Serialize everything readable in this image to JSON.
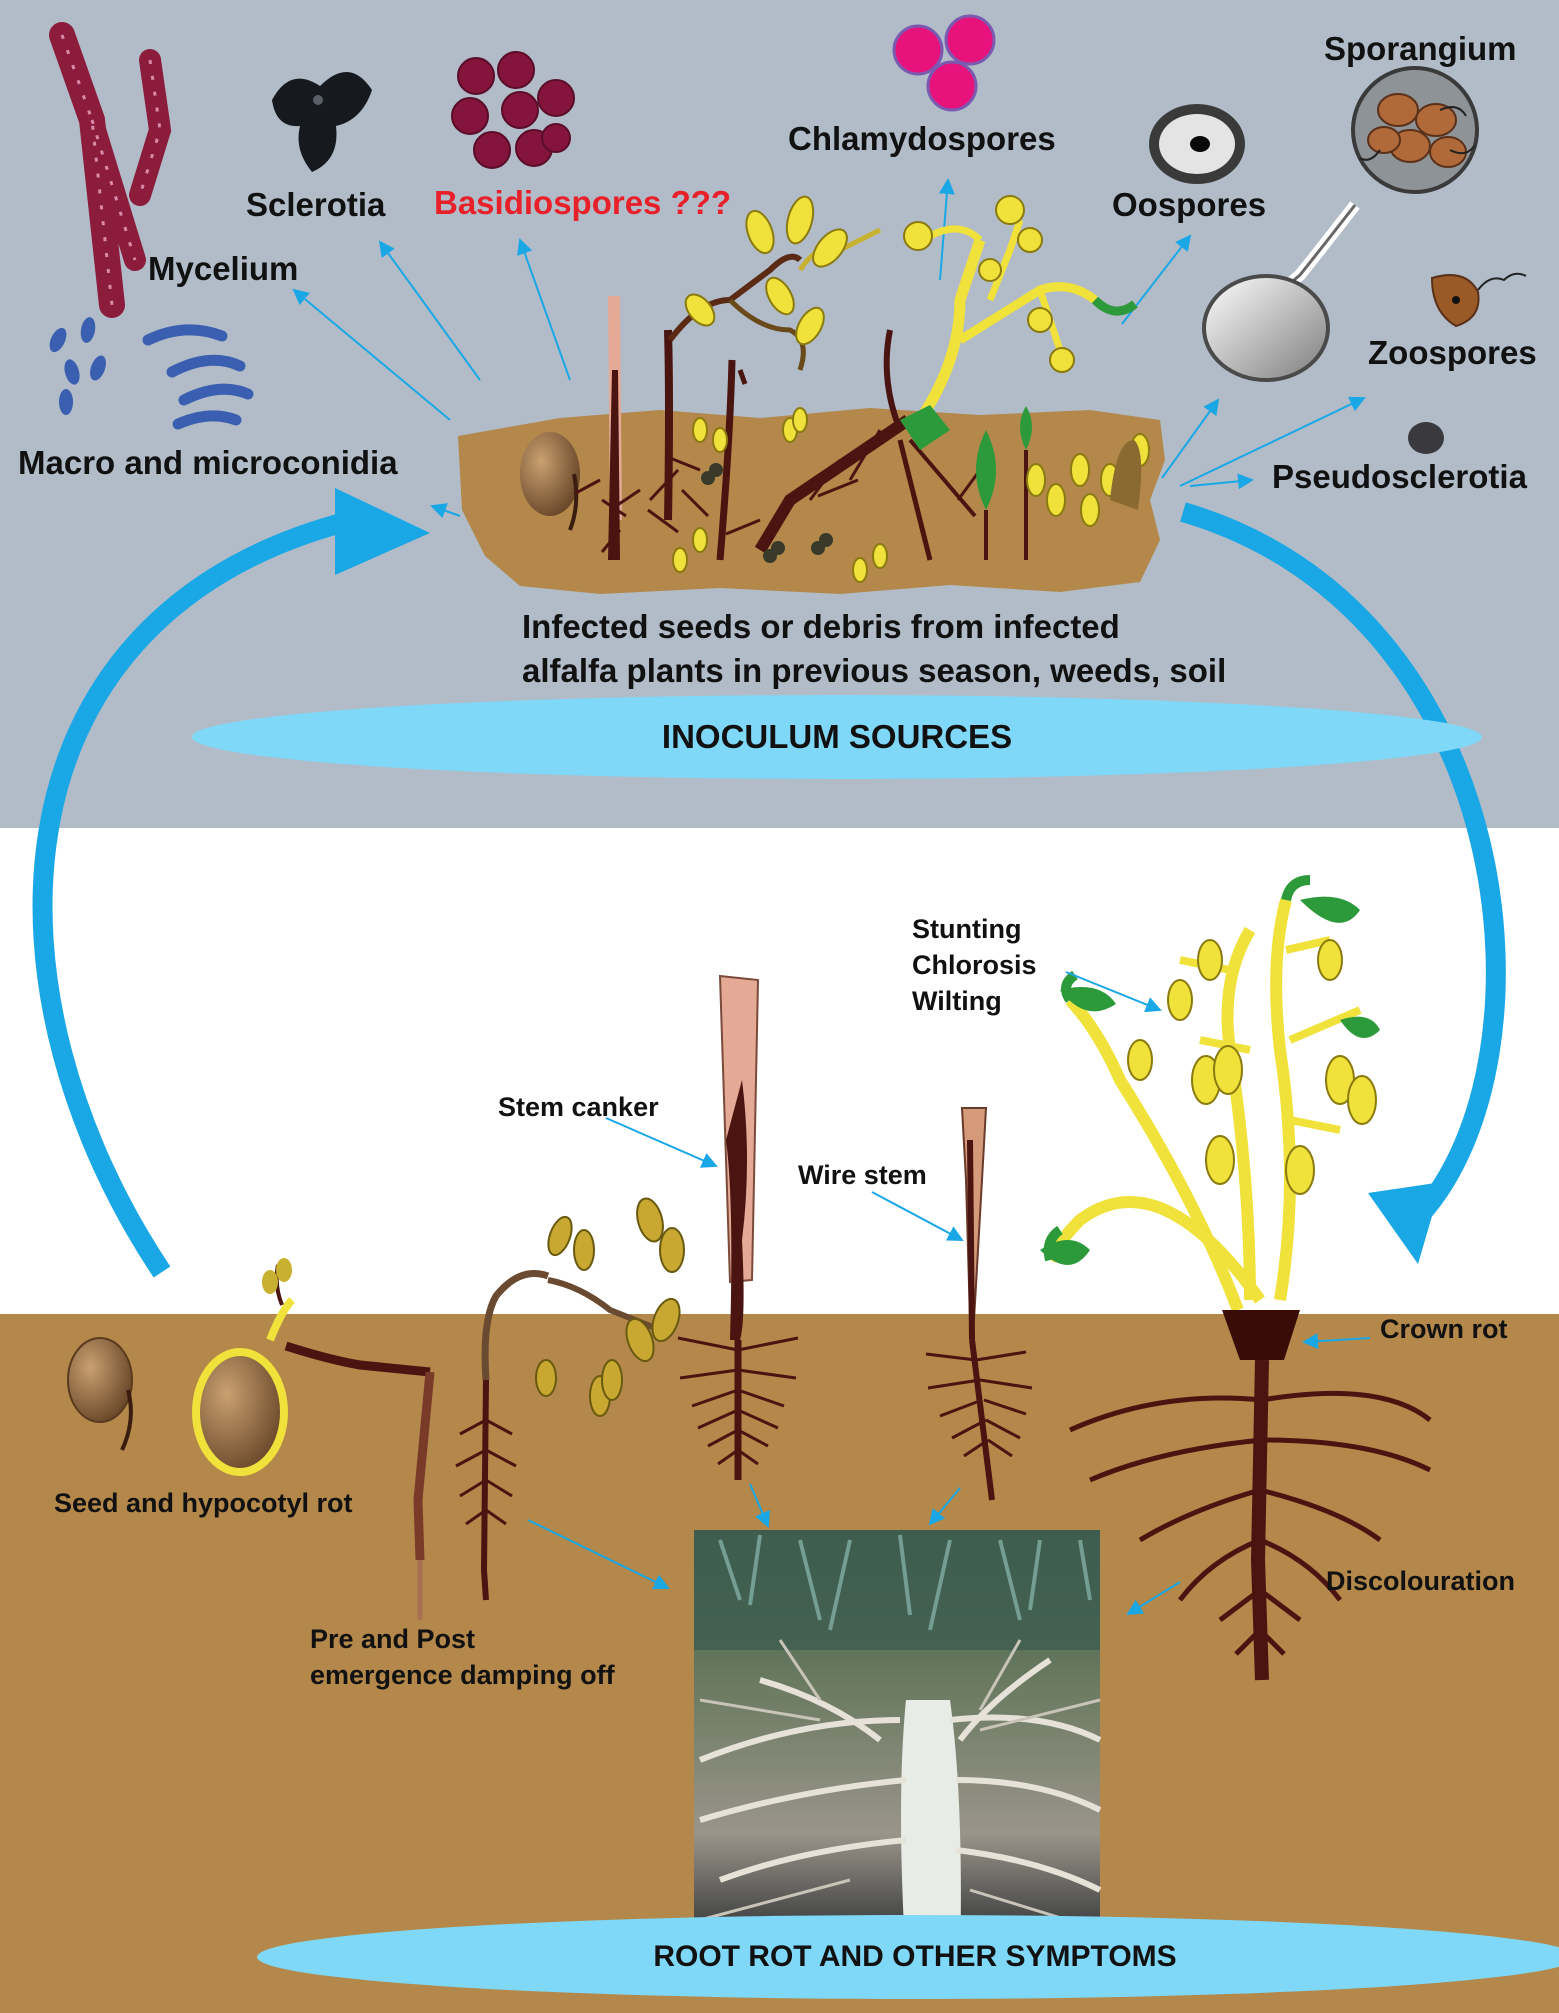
{
  "colors": {
    "top_panel": "#b1bcc8",
    "soil": "#b3884a",
    "arrow_blue": "#1aa7e6",
    "ellipse_blue": "#7fd8f7",
    "highlight_red": "#e8202a",
    "root_dark": "#4a1410",
    "leaf_yellow": "#f0e23a",
    "leaf_green": "#2c9a3a"
  },
  "inoculum_labels": {
    "mycelium": "Mycelium",
    "sclerotia": "Sclerotia",
    "basidiospores": "Basidiospores ???",
    "chlamydospores": "Chlamydospores",
    "oospores": "Oospores",
    "sporangium": "Sporangium",
    "zoospores": "Zoospores",
    "pseudosclerotia": "Pseudosclerotia",
    "conidia": "Macro and microconidia"
  },
  "source_caption": {
    "line1": "Infected seeds or debris from infected",
    "line2": "alfalfa plants in previous season, weeds, soil"
  },
  "inoculum_title": "INOCULUM SOURCES",
  "symptom_labels": {
    "stunting": "Stunting",
    "chlorosis": "Chlorosis",
    "wilting": "Wilting",
    "stem_canker": "Stem canker",
    "wire_stem": "Wire stem",
    "crown_rot": "Crown rot",
    "seed_rot": "Seed and hypocotyl rot",
    "damping_line1": "Pre and Post",
    "damping_line2": "emergence damping off",
    "discolouration": "Discolouration"
  },
  "symptoms_title": "ROOT ROT AND OTHER SYMPTOMS"
}
